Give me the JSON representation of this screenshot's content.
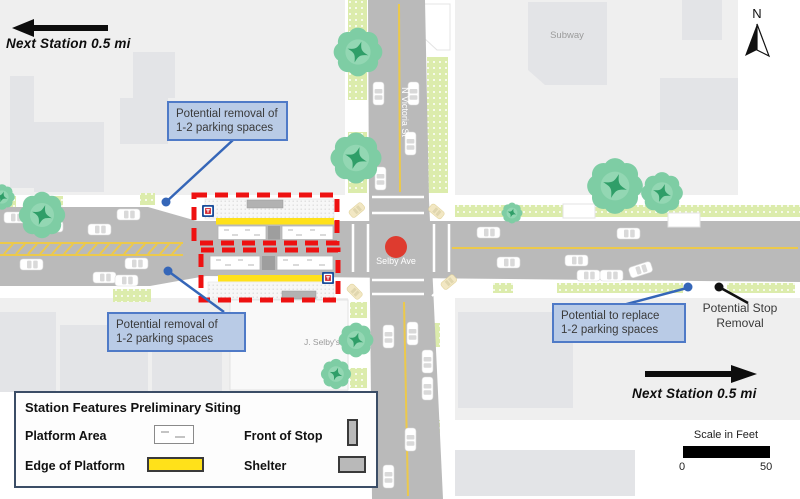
{
  "map": {
    "streets": {
      "vertical": "N Victoria St",
      "horizontal": "Selby Ave"
    },
    "places": {
      "subway": "Subway",
      "jselbys": "J. Selby's"
    }
  },
  "annotations": {
    "next_station_left": "Next Station 0.5 mi",
    "next_station_right": "Next Station 0.5 mi",
    "callout_top": {
      "line1": "Potential removal of",
      "line2": "1-2 parking spaces"
    },
    "callout_bottom": {
      "line1": "Potential removal of",
      "line2": "1-2 parking spaces"
    },
    "callout_replace": {
      "line1": "Potential to replace",
      "line2": "1-2 parking spaces"
    },
    "stop_removal": {
      "line1": "Potential Stop",
      "line2": "Removal"
    }
  },
  "legend": {
    "title": "Station Features Preliminary Siting",
    "items": [
      {
        "label": "Platform Area",
        "symbol": "platform-area-swatch"
      },
      {
        "label": "Front of Stop",
        "symbol": "front-of-stop-swatch"
      },
      {
        "label": "Edge of Platform",
        "symbol": "edge-of-platform-swatch"
      },
      {
        "label": "Shelter",
        "symbol": "shelter-swatch"
      }
    ]
  },
  "compass": {
    "north_label": "N"
  },
  "scale_bar": {
    "title": "Scale in Feet",
    "start": "0",
    "end": "50"
  },
  "colors": {
    "road": "#bababa",
    "block": "#efefef",
    "building": "#e3e4e7",
    "boulevard_green": "#dcecac",
    "tree_green": "#7ecda4",
    "platform_edge_yellow": "#ffe11a",
    "red_dashed_outline": "#ee1111",
    "stop_marker_red": "#de3b2f",
    "callout_fill": "#b9cbe6",
    "callout_border": "#4f7ac7",
    "leader_blue": "#3566b8"
  }
}
